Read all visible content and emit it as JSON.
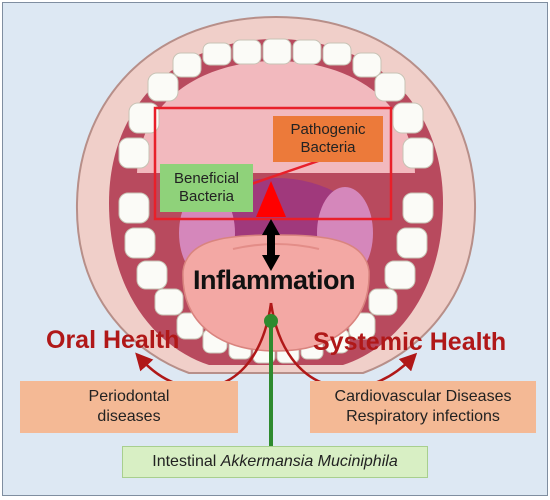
{
  "boxes": {
    "pathogenic": {
      "line1": "Pathogenic",
      "line2": "Bacteria"
    },
    "beneficial": {
      "line1": "Beneficial",
      "line2": "Bacteria"
    },
    "periodontal": {
      "line1": "Periodontal",
      "line2": "diseases"
    },
    "systemic_diseases": {
      "line1": "Cardiovascular Diseases",
      "line2": "Respiratory infections"
    },
    "akkermansia": {
      "prefix": "Intestinal ",
      "italic": "Akkermansia Muciniphila"
    }
  },
  "labels": {
    "inflammation": "Inflammation",
    "oral_health": "Oral Health",
    "systemic_health": "Systemic Health"
  },
  "colors": {
    "highlight_frame": "#e8202a",
    "balance_arrow": "#ff0000",
    "inflammation_arrow": "#000000",
    "health_labels": "#b01818",
    "pathogenic_fill": "#ec7a3a",
    "beneficial_fill": "#8fd27a",
    "disease_fill": "#f4b995",
    "akkermansia_fill": "#d8efc4",
    "akkermansia_line": "#2e8a2e"
  }
}
